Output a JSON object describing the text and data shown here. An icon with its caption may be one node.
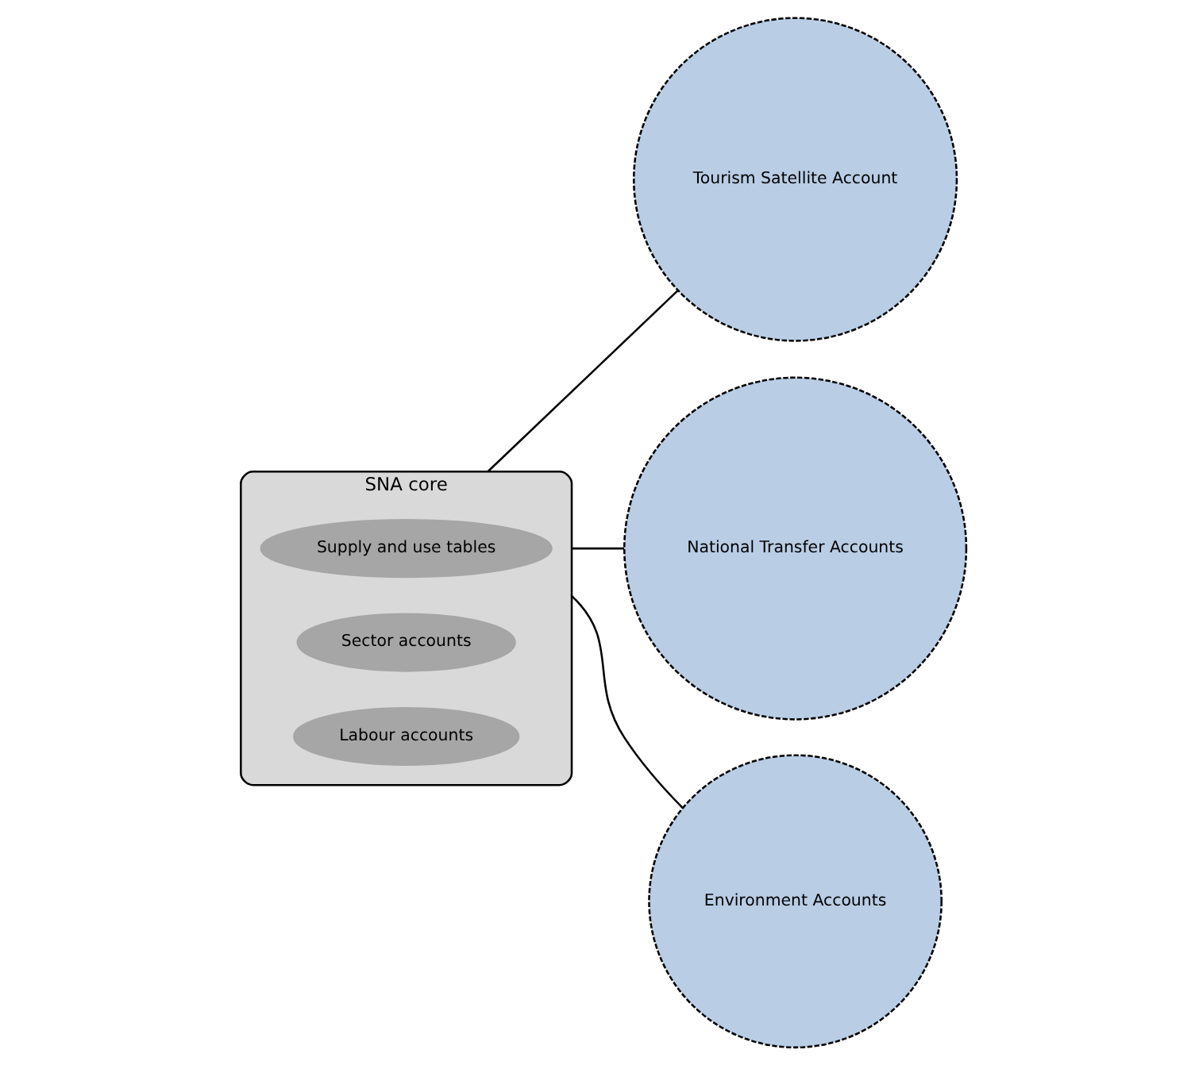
{
  "diagram": {
    "nodes": [
      {
        "text": [
          "SNA core"
        ]
      },
      {
        "text": [
          "Supply and use tables"
        ],
        "in": 0
      },
      {
        "text": [
          "Sector accounts"
        ],
        "in": 0
      },
      {
        "text": [
          "Labour accounts"
        ],
        "in": 0
      },
      {
        "text": [
          "Tourism Satellite Account"
        ]
      },
      {
        "text": [
          "National Transfer Accounts"
        ]
      },
      {
        "text": [
          "Environment Accounts"
        ]
      }
    ],
    "edges": [
      {
        "from": 0,
        "to": 4,
        "arrow": "none"
      },
      {
        "from": 0,
        "to": 5,
        "arrow": "none"
      },
      {
        "from": 0,
        "to": 6,
        "arrow": "none"
      }
    ]
  }
}
